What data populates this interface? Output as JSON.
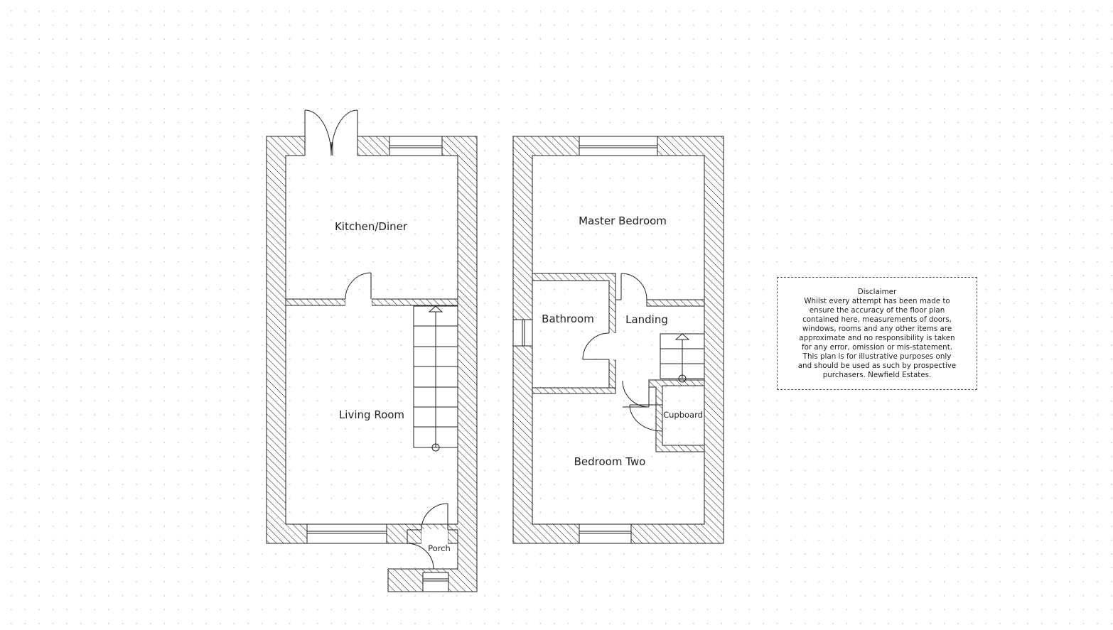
{
  "rooms": {
    "kitchen_diner": "Kitchen/Diner",
    "living_room": "Living Room",
    "porch": "Porch",
    "master_bedroom": "Master Bedroom",
    "bathroom": "Bathroom",
    "landing": "Landing",
    "cupboard": "Cupboard",
    "bedroom_two": "Bedroom Two"
  },
  "disclaimer": {
    "title": "Disclaimer",
    "lines": [
      "Whilst every attempt has been made to",
      "ensure the accuracy of the floor plan",
      "contained here, measurements of doors,",
      "windows, rooms and any other items are",
      "approximate and no responsibility is taken",
      "for any error, omission or mis-statement.",
      "This plan is for illustrative purposes only",
      "and should be used as such by prospective",
      "purchasers. Newfield Estates."
    ]
  },
  "colors": {
    "wall_stroke": "#222222",
    "hatch": "#222222",
    "background": "#ffffff"
  },
  "icons": [
    "stair-arrow-up-icon",
    "door-swing-icon",
    "window-icon",
    "french-door-icon"
  ]
}
